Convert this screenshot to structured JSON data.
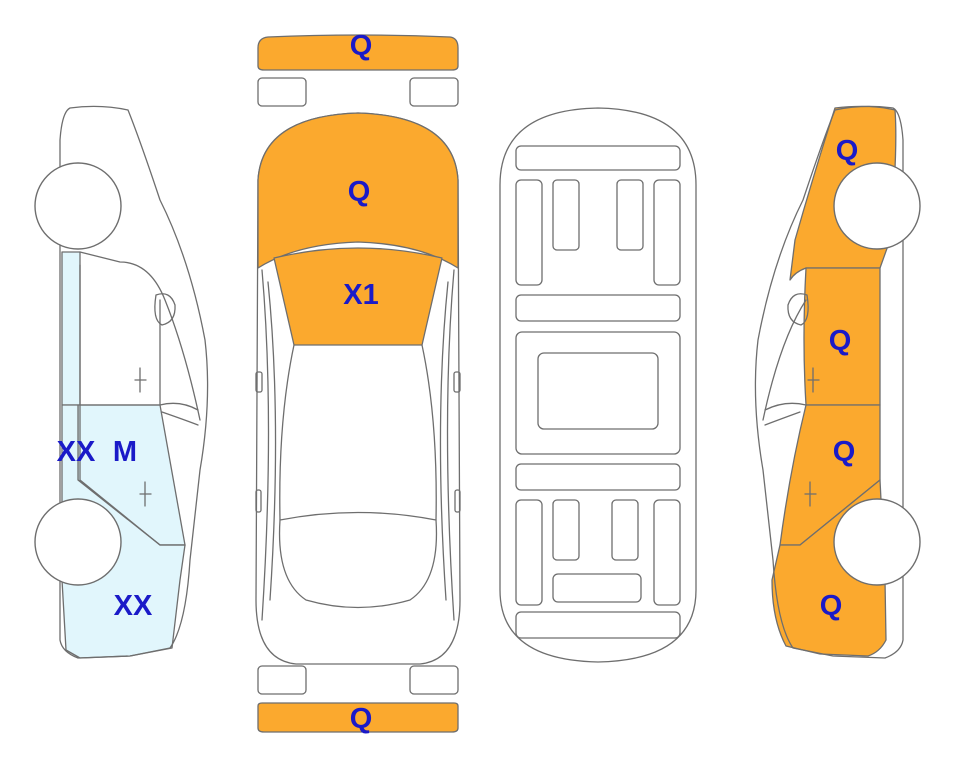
{
  "colors": {
    "damage_fill": "#FBA92E",
    "light_fill": "#E1F6FC",
    "label_color": "#1A1AC8",
    "outline": "#6E6E6E"
  },
  "labels": {
    "front_bumper": "Q",
    "hood": "Q",
    "windshield": "X1",
    "rear_bumper": "Q",
    "left_rear_door": "XX",
    "left_front_door": "M",
    "left_front_fender": "XX",
    "right_rear_quarter": "Q",
    "right_rear_door": "Q",
    "right_front_door": "Q",
    "right_front_fender": "Q"
  }
}
